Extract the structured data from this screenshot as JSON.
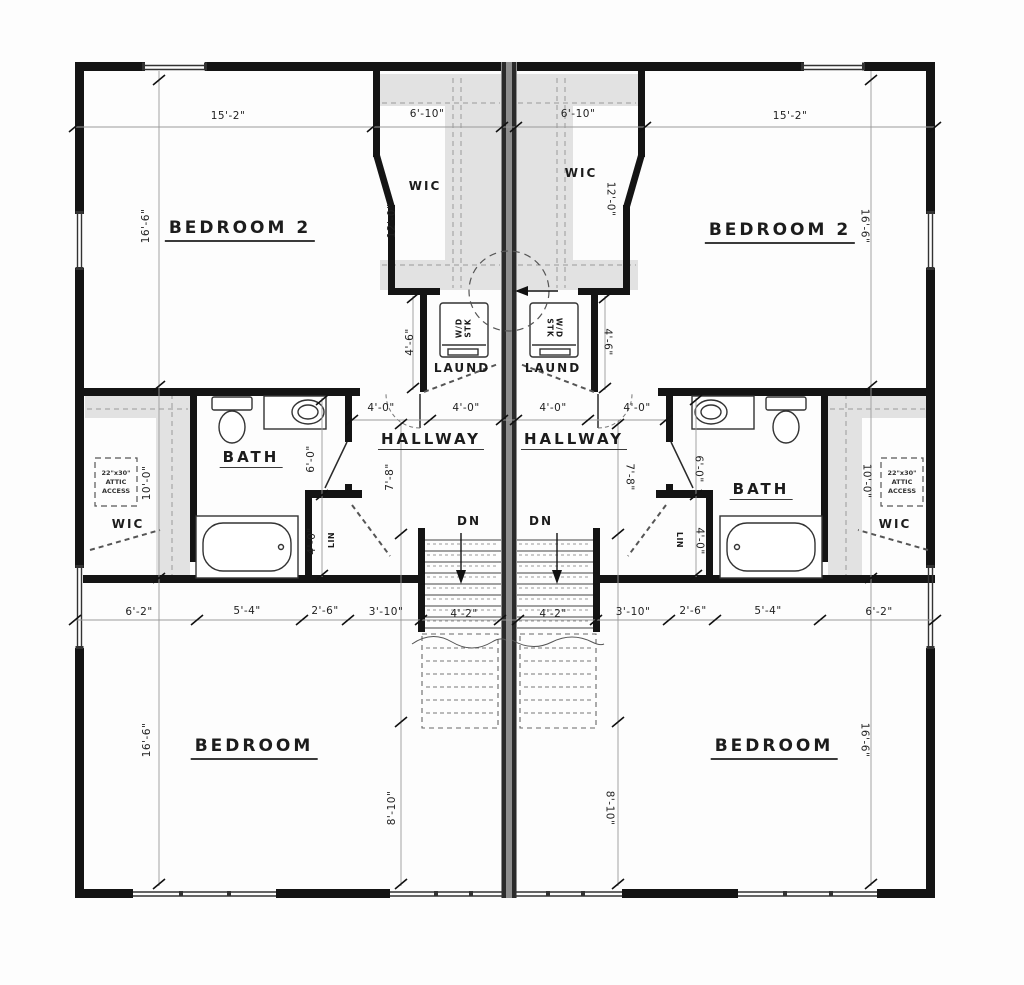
{
  "labels": {
    "bedroom2": "BEDROOM 2",
    "bedroom": "BEDROOM",
    "wic": "WIC",
    "bath": "BATH",
    "hallway": "HALLWAY",
    "laundry": "LAUND",
    "linen": "LIN",
    "down": "DN",
    "washer_dryer": "W/D STK",
    "attic_l1": "22\"x30\"",
    "attic_l2": "ATTIC",
    "attic_l3": "ACCESS"
  },
  "dims": {
    "d15_2": "15'-2\"",
    "d6_10": "6'-10\"",
    "d16_6": "16'-6\"",
    "d12_0": "12'-0\"",
    "d4_6": "4'-6\"",
    "d4_0": "4'-0\"",
    "d6_0": "6'-0\"",
    "d7_8": "7'-8\"",
    "d10_0": "10'-0\"",
    "d8_10": "8'-10\"",
    "d4_2": "4'-2\"",
    "d3_10": "3'-10\"",
    "d2_6": "2'-6\"",
    "d5_4": "5'-4\"",
    "d6_2": "6'-2\""
  },
  "colors": {
    "wall": "#141414",
    "party_wall": "#2a2a2a",
    "shelving": "#e2e2e2",
    "dim_line": "#9a9a9a",
    "text": "#1c1c1c"
  }
}
